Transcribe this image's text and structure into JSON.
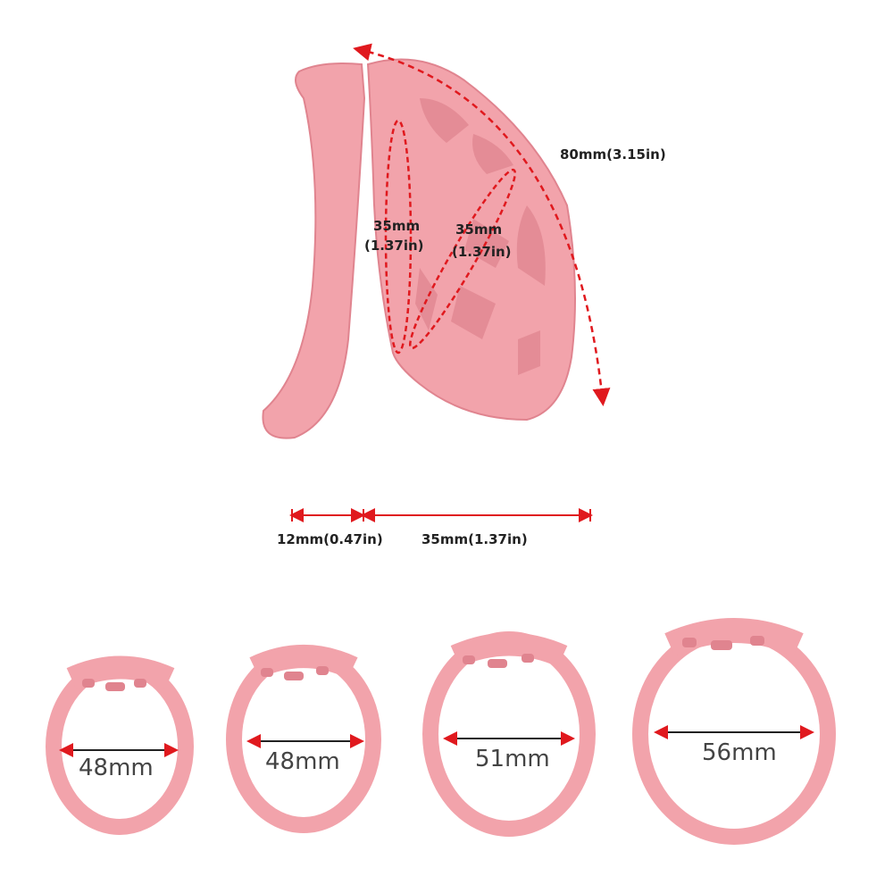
{
  "colors": {
    "body": "#f2a3ab",
    "shade": "#e0848f",
    "highlight": "#f9c8cc",
    "dimension": "#e0191e"
  },
  "cage": {
    "length_label": "80mm(3.15in)",
    "diameter_front_label_1": "35mm",
    "diameter_front_label_2": "(1.37in)",
    "diameter_tip_label_1": "35mm",
    "diameter_tip_label_2": "(1.37in)",
    "gap_label": "12mm(0.47in)",
    "depth_label": "35mm(1.37in)"
  },
  "rings": [
    {
      "label": "48mm"
    },
    {
      "label": "48mm"
    },
    {
      "label": "51mm"
    },
    {
      "label": "56mm"
    }
  ]
}
